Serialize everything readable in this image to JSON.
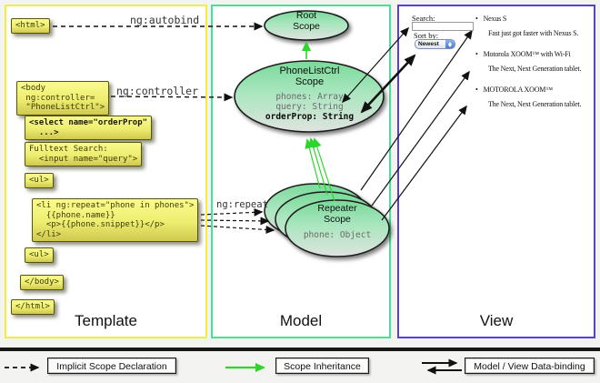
{
  "columns": {
    "template": {
      "label": "Template"
    },
    "model": {
      "label": "Model"
    },
    "view": {
      "label": "View"
    }
  },
  "template_code": {
    "html_open": "<html>",
    "body_open": "<body\n ng:controller=\n \"PhoneListCtrl\">",
    "select": "<select name=\"orderProp\"\n  ...>",
    "fulltext": "Fulltext Search:\n  <input name=\"query\">",
    "ul_open": "<ul>",
    "li_repeat": "<li ng:repeat=\"phone in phones\">\n  {{phone.name}}\n  <p>{{phone.snippet}}</p>\n</li>",
    "ul_close": "<ul>",
    "body_close": "</body>",
    "html_close": "</html>"
  },
  "arrow_labels": {
    "ng_autobind": "ng:autobind",
    "ng_controller": "ng:controller",
    "ng_repeat": "ng:repeat"
  },
  "model": {
    "root_scope": {
      "title": "Root\nScope"
    },
    "phone_list_ctrl": {
      "title": "PhoneListCtrl\nScope",
      "prop_phones": "phones: Array",
      "prop_query": "query: String",
      "prop_order": "orderProp: String"
    },
    "repeater": {
      "title": "Repeater\nScope",
      "prop_phone": "phone: Object"
    }
  },
  "view": {
    "search_label": "Search:",
    "search_value": "",
    "sort_label": "Sort by:",
    "sort_value": "Newest",
    "bullet": "•",
    "items": [
      {
        "name": "Nexus S",
        "desc": "Fast just got faster with Nexus S."
      },
      {
        "name": "Motorola XOOM™ with Wi-Fi",
        "desc": "The Next, Next Generation tablet."
      },
      {
        "name": "MOTOROLA XOOM™",
        "desc": "The Next, Next Generation tablet."
      }
    ]
  },
  "legend": {
    "implicit": "Implicit Scope Declaration",
    "inheritance": "Scope Inheritance",
    "binding": "Model / View Data-binding"
  },
  "colors": {
    "template_border": "#f0ee3e",
    "model_border": "#44e294",
    "view_border": "#5a3ddb",
    "inheritance_arrow": "#2dd52d",
    "code_box_fill": "#eded70",
    "scope_fill_top": "#79da99",
    "scope_fill_bottom": "#dfe3df"
  }
}
